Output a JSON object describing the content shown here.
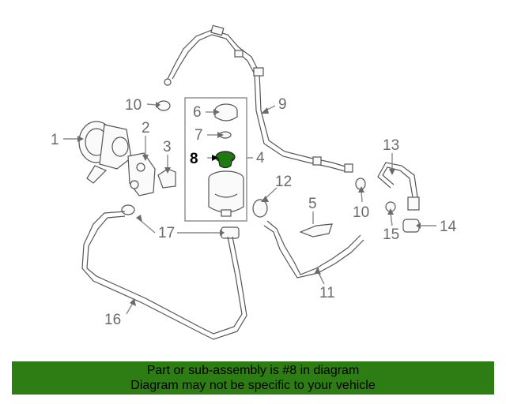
{
  "callouts": {
    "c1": "1",
    "c2": "2",
    "c3": "3",
    "c4": "4",
    "c5": "5",
    "c6": "6",
    "c7": "7",
    "c8": "8",
    "c9": "9",
    "c10a": "10",
    "c10b": "10",
    "c11": "11",
    "c12": "12",
    "c13": "13",
    "c14": "14",
    "c15": "15",
    "c16": "16",
    "c17": "17"
  },
  "highlight_part": "8",
  "colors": {
    "highlight": "#1f7a0f",
    "banner": "#2e7d14"
  },
  "banner": {
    "line1": "Part or sub-assembly is #8 in diagram",
    "line2": "Diagram may not be specific to your vehicle"
  }
}
